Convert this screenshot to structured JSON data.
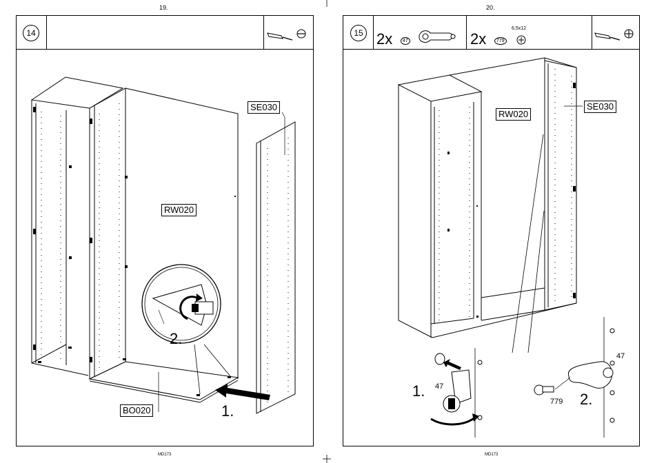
{
  "left_page": {
    "page_number": "19.",
    "step": "14",
    "labels": {
      "se": "SE030",
      "rw": "RW020",
      "bo": "BO020"
    },
    "substeps": {
      "one": "1.",
      "two": "2."
    },
    "tools": [
      "screwdriver-icon",
      "flat-slot-icon"
    ]
  },
  "right_page": {
    "page_number": "20.",
    "step": "15",
    "qty_a": "2x",
    "part_a": "47",
    "qty_b": "2x",
    "part_b": "779",
    "screw_size": "6,5x12",
    "labels": {
      "rw": "RW020",
      "se": "SE030"
    },
    "detail": {
      "one": "1.",
      "two": "2.",
      "part47_a": "47",
      "part47_b": "47",
      "part779": "779"
    },
    "tools": [
      "screwdriver-icon",
      "phillips-icon"
    ]
  },
  "footer": {
    "left": "MD173",
    "right": "MD173"
  }
}
